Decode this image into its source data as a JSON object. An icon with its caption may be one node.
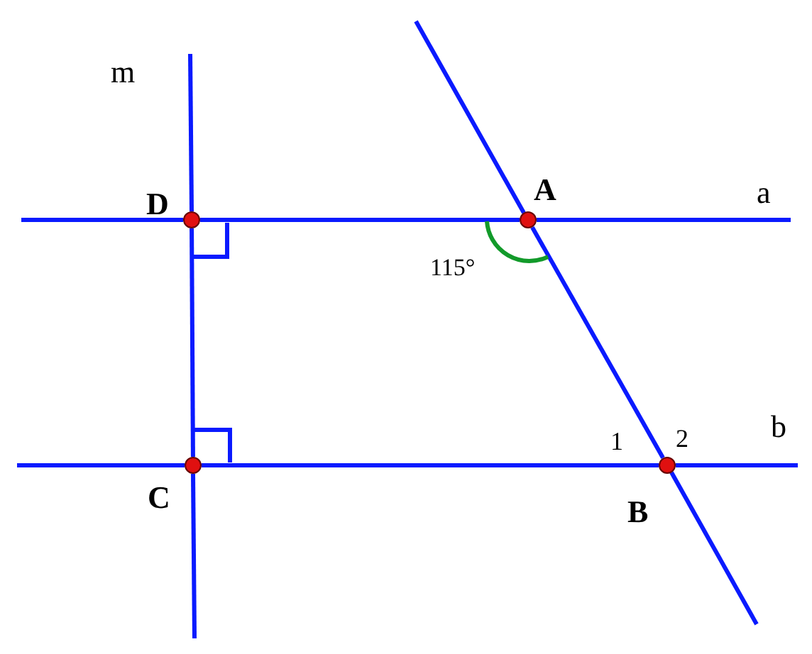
{
  "diagram": {
    "nodes": [
      {
        "text": [
          "D"
        ]
      },
      {
        "text": [
          "A"
        ]
      },
      {
        "text": [
          "C"
        ]
      },
      {
        "text": [
          "B"
        ]
      }
    ],
    "edges": [
      {
        "from": 0,
        "to": 1,
        "arrow": "none"
      },
      {
        "from": 0,
        "to": 2,
        "arrow": "none"
      },
      {
        "from": 1,
        "to": 3,
        "arrow": "none"
      },
      {
        "from": 2,
        "to": 3,
        "arrow": "none"
      }
    ],
    "labels": [
      "m",
      "a",
      "115°",
      "1",
      "2",
      "b"
    ]
  }
}
